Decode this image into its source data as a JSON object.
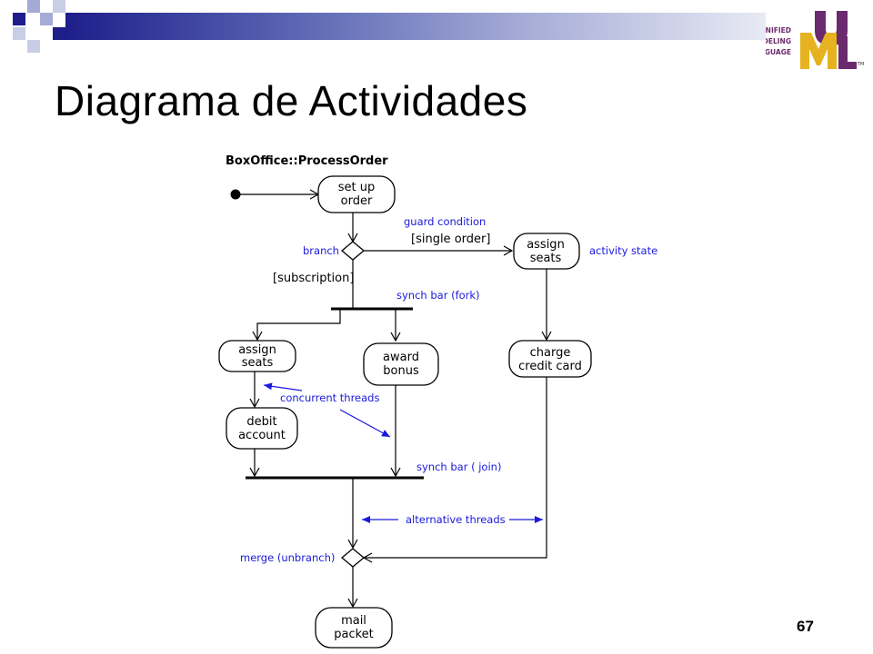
{
  "slide": {
    "title": "Diagrama de Actividades",
    "page_number": "67"
  },
  "logo": {
    "lines": [
      "UNIFIED",
      "MODELING",
      "LANGUAGE"
    ],
    "letters": [
      "U",
      "M",
      "L"
    ],
    "tm": "TM"
  },
  "diagram": {
    "activity_name": "BoxOffice::ProcessOrder",
    "nodes": {
      "setup_order": [
        "set up",
        "order"
      ],
      "assign_seats_single": [
        "assign",
        "seats"
      ],
      "assign_seats_sub": [
        "assign",
        "seats"
      ],
      "award_bonus": [
        "award",
        "bonus"
      ],
      "charge_credit": [
        "charge",
        "credit card"
      ],
      "debit_account": [
        "debit",
        "account"
      ],
      "mail_packet": [
        "mail",
        "packet"
      ]
    },
    "guards": {
      "single_order": "[single order]",
      "subscription": "[subscription]"
    },
    "notes": {
      "guard_condition": "guard condition",
      "branch": "branch",
      "activity_state": "activity state",
      "synch_fork": "synch bar (fork)",
      "concurrent_threads": "concurrent threads",
      "synch_join": "synch bar ( join)",
      "alternative_threads": "alternative threads",
      "merge": "merge (unbranch)"
    },
    "colors": {
      "line": "#000000",
      "note": "#1a1adb"
    }
  }
}
